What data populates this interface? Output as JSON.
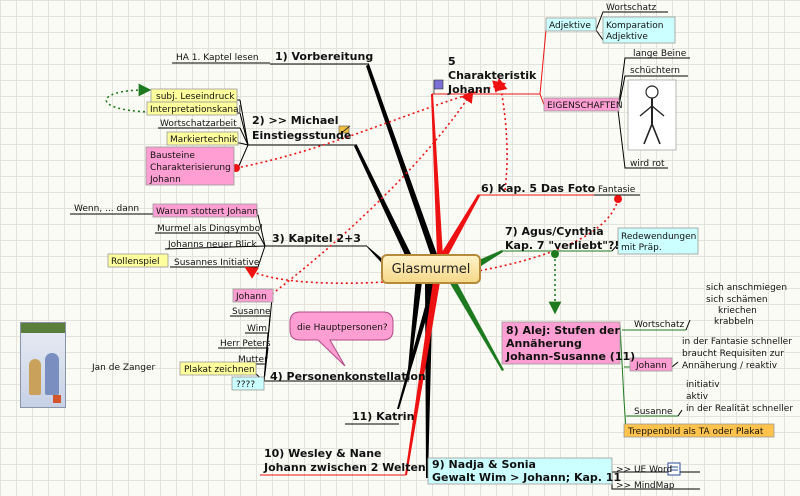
{
  "center": "Glasmurmel",
  "book_author": "Jan de Zanger",
  "branches": {
    "b1": "1) Vorbereitung",
    "b2a": "2) >> Michael",
    "b2b": "Einstiegsstunde",
    "b3": "3) Kapitel 2+3",
    "b4": "4) Personenkonstellation",
    "b5a": "5",
    "b5b": "Charakteristik",
    "b5c": "Johann",
    "b6": "6) Kap. 5 Das Foto",
    "b7a": "7) Agus/Cynthia",
    "b7b": "Kap. 7 \"verliebt\"?!",
    "b8a": "8) Alej: Stufen der",
    "b8b": "Annäherung",
    "b8c": "Johann-Susanne (11)",
    "b9a": "9) Nadja & Sonia",
    "b9b": "Gewalt Wim > Johann; Kap. 11",
    "b10a": "10) Wesley & Nane",
    "b10b": "Johann zwischen 2 Welten",
    "b11": "11) Katrin"
  },
  "b1_leaves": {
    "hausaufgabe": "HA 1. Kaptel lesen"
  },
  "b2_leaves": {
    "leseeindruck": "subj. Leseindruck",
    "interpretationskanal": "Interpretationskanal",
    "wortschatzarbeit": "Wortschatzarbeit",
    "markiertechnik": "Markiertechnik",
    "bausteine1": "Bausteine",
    "bausteine2": "Charakterisierung",
    "bausteine3": "Johann"
  },
  "b3_leaves": {
    "warum": "Warum stottert Johann",
    "wenn": "Wenn, ... dann",
    "murmel": "Murmel als Dingsymbol",
    "blick": "Johanns neuer Blick",
    "susanne_init": "Susannes Initiative",
    "rollenspiel": "Rollenspiel"
  },
  "b4_leaves": {
    "johann": "Johann",
    "susanne": "Susanne",
    "wim": "Wim",
    "herr_peters": "Herr Peters",
    "mutter": "Mutter",
    "plakat": "Plakat zeichnen",
    "fragen": "????",
    "callout": "die Hauptpersonen?"
  },
  "b5_leaves": {
    "adjektive": "Adjektive",
    "wortschatz": "Wortschatz",
    "komparation1": "Komparation",
    "komparation2": "Adjektive",
    "eigenschaften": "EIGENSCHAFTEN",
    "lange_beine": "lange Beine",
    "schuechtern": "schüchtern",
    "wird_rot": "wird rot"
  },
  "b6_leaves": {
    "fantasie": "Fantasie"
  },
  "b7_leaves": {
    "rede1": "Redewendungen",
    "rede2": "mit Präp."
  },
  "b8_leaves": {
    "wortschatz": "Wortschatz",
    "w1": "sich anschmiegen",
    "w2": "sich schämen",
    "w3": "kriechen",
    "w4": "krabbeln",
    "johann": "Johann",
    "j1": "in der Fantasie schneller",
    "j2": "braucht Requisiten zur",
    "j3": "Annäherung / reaktiv",
    "susanne": "Susanne",
    "s1": "initiativ",
    "s2": "aktiv",
    "s3": "in der Realität schneller",
    "treppe": "Treppenbild als TA oder Plakat"
  },
  "b9_leaves": {
    "ue_word": ">> UE Word",
    "mindmap": ">> MindMap"
  },
  "colors": {
    "black_branch": "#000000",
    "red_branch": "#ee1111",
    "green_branch": "#1e7a1e",
    "yellow_box": "#ffff9e",
    "pink_box": "#ff9ed2",
    "cyan_box": "#ccffff",
    "orange_box": "#ffc34d"
  }
}
